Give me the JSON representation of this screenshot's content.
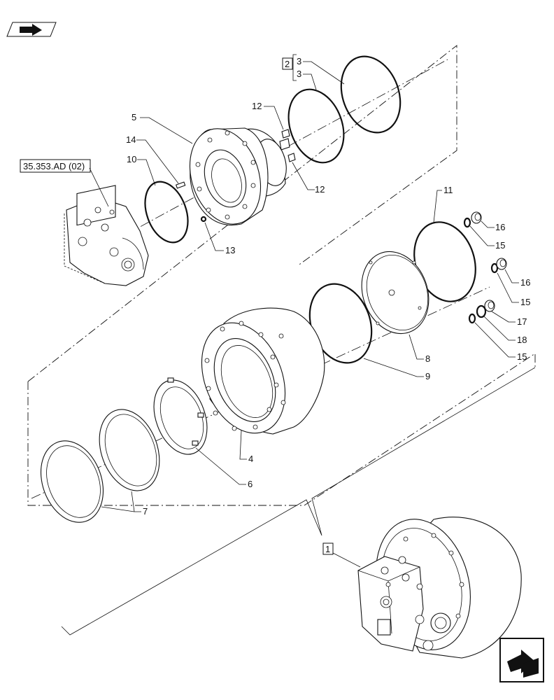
{
  "reference_label": "35.353.AD (02)",
  "assembly_box_label": "1",
  "kit_box_label": "2",
  "callouts": {
    "c1": "1",
    "c2": "2",
    "c3a": "3",
    "c3b": "3",
    "c4": "4",
    "c5": "5",
    "c6": "6",
    "c7": "7",
    "c8": "8",
    "c9": "9",
    "c10": "10",
    "c11": "11",
    "c12a": "12",
    "c12b": "12",
    "c13": "13",
    "c14": "14",
    "c15a": "15",
    "c15b": "15",
    "c15c": "15",
    "c16a": "16",
    "c16b": "16",
    "c17": "17",
    "c18": "18"
  },
  "icons": {
    "top_left": "previous-page-arrow-icon",
    "bottom_right": "next-page-arrow-icon"
  }
}
